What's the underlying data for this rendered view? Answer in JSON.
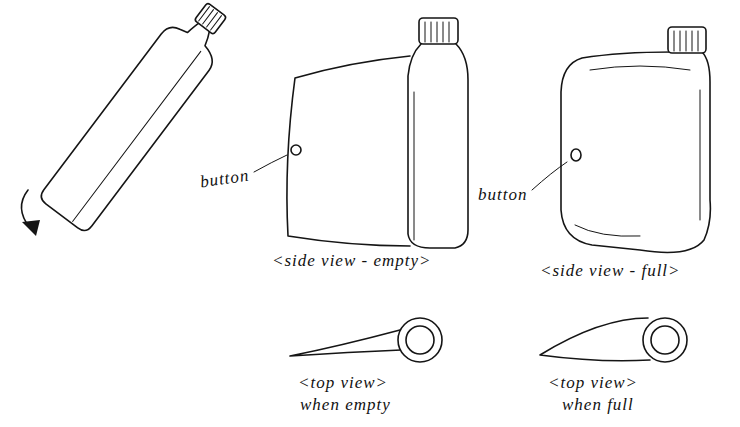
{
  "diagram": {
    "labels": [
      "button",
      "<side view - empty>",
      "button",
      "<side view - full>",
      "<top view>",
      "when empty",
      "<top view>",
      "when full"
    ]
  }
}
